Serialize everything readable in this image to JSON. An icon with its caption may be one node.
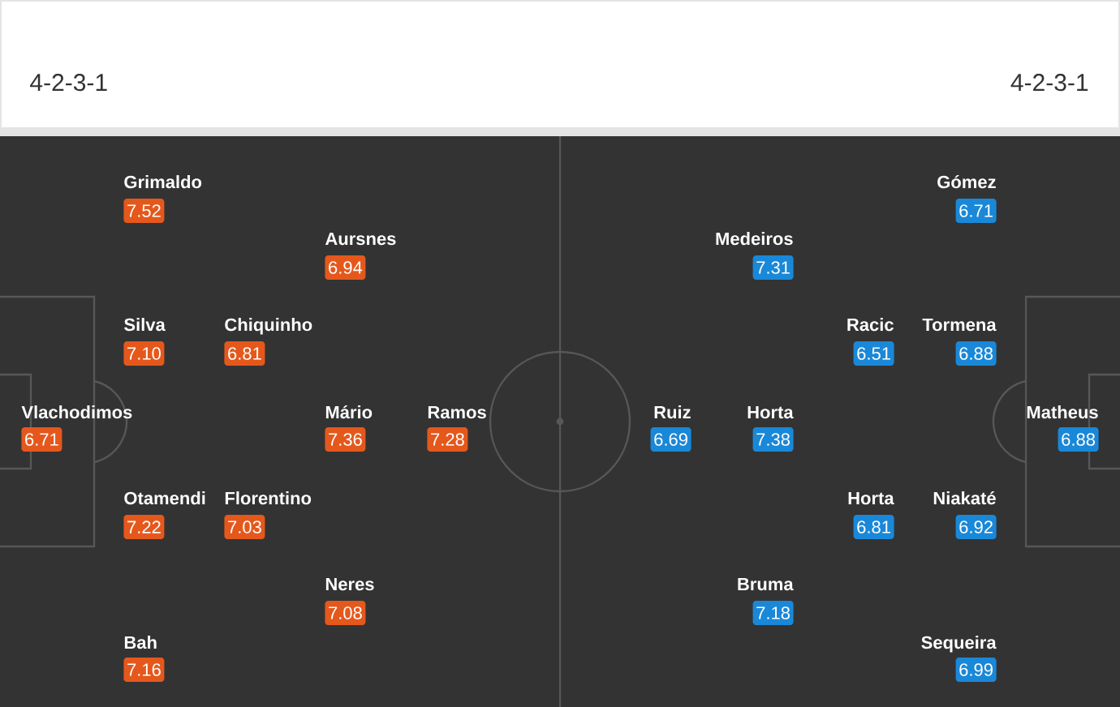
{
  "diagram": {
    "nodes": [
      {
        "text": [
          "Vlachodimos",
          "6.71"
        ]
      },
      {
        "text": [
          "Grimaldo",
          "7.52"
        ]
      },
      {
        "text": [
          "Silva",
          "7.10"
        ]
      },
      {
        "text": [
          "Otamendi",
          "7.22"
        ]
      },
      {
        "text": [
          "Bah",
          "7.16"
        ]
      },
      {
        "text": [
          "Chiquinho",
          "6.81"
        ]
      },
      {
        "text": [
          "Florentino",
          "7.03"
        ]
      },
      {
        "text": [
          "Aursnes",
          "6.94"
        ]
      },
      {
        "text": [
          "Mário",
          "7.36"
        ]
      },
      {
        "text": [
          "Neres",
          "7.08"
        ]
      },
      {
        "text": [
          "Ramos",
          "7.28"
        ]
      },
      {
        "text": [
          "Matheus",
          "6.88"
        ]
      },
      {
        "text": [
          "Gómez",
          "6.71"
        ]
      },
      {
        "text": [
          "Tormena",
          "6.88"
        ]
      },
      {
        "text": [
          "Niakaté",
          "6.92"
        ]
      },
      {
        "text": [
          "Sequeira",
          "6.99"
        ]
      },
      {
        "text": [
          "Racic",
          "6.51"
        ]
      },
      {
        "text": [
          "Horta",
          "6.81"
        ]
      },
      {
        "text": [
          "Medeiros",
          "7.31"
        ]
      },
      {
        "text": [
          "Horta",
          "7.38"
        ]
      },
      {
        "text": [
          "Bruma",
          "7.18"
        ]
      },
      {
        "text": [
          "Ruiz",
          "6.69"
        ]
      }
    ],
    "labels": [
      "4-2-3-1",
      "4-2-3-1"
    ]
  }
}
